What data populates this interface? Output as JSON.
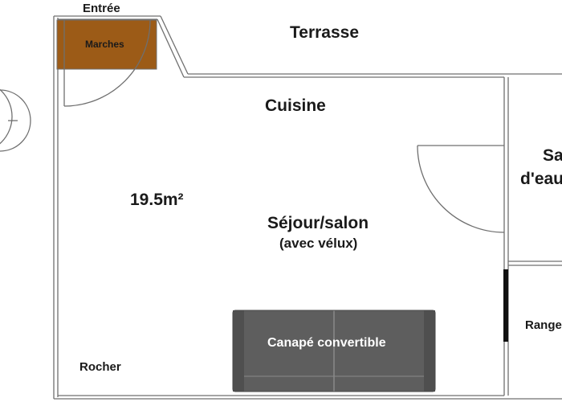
{
  "labels": {
    "entree": "Entrée",
    "marches": "Marches",
    "terrasse": "Terrasse",
    "cuisine": "Cuisine",
    "surface": "19.5m²",
    "sejour": "Séjour/salon",
    "sejour_note": "(avec vélux)",
    "salle_line1": "Sa",
    "salle_line2": "d'eau",
    "rangement": "Range",
    "canape": "Canapé convertible",
    "rocher": "Rocher"
  },
  "colors": {
    "wall": "#6f6f6f",
    "marches": "#9c5b17",
    "sofa": "#5e5e5e",
    "sofa_edge": "#4a4a4a",
    "text": "#1a1a1a"
  }
}
